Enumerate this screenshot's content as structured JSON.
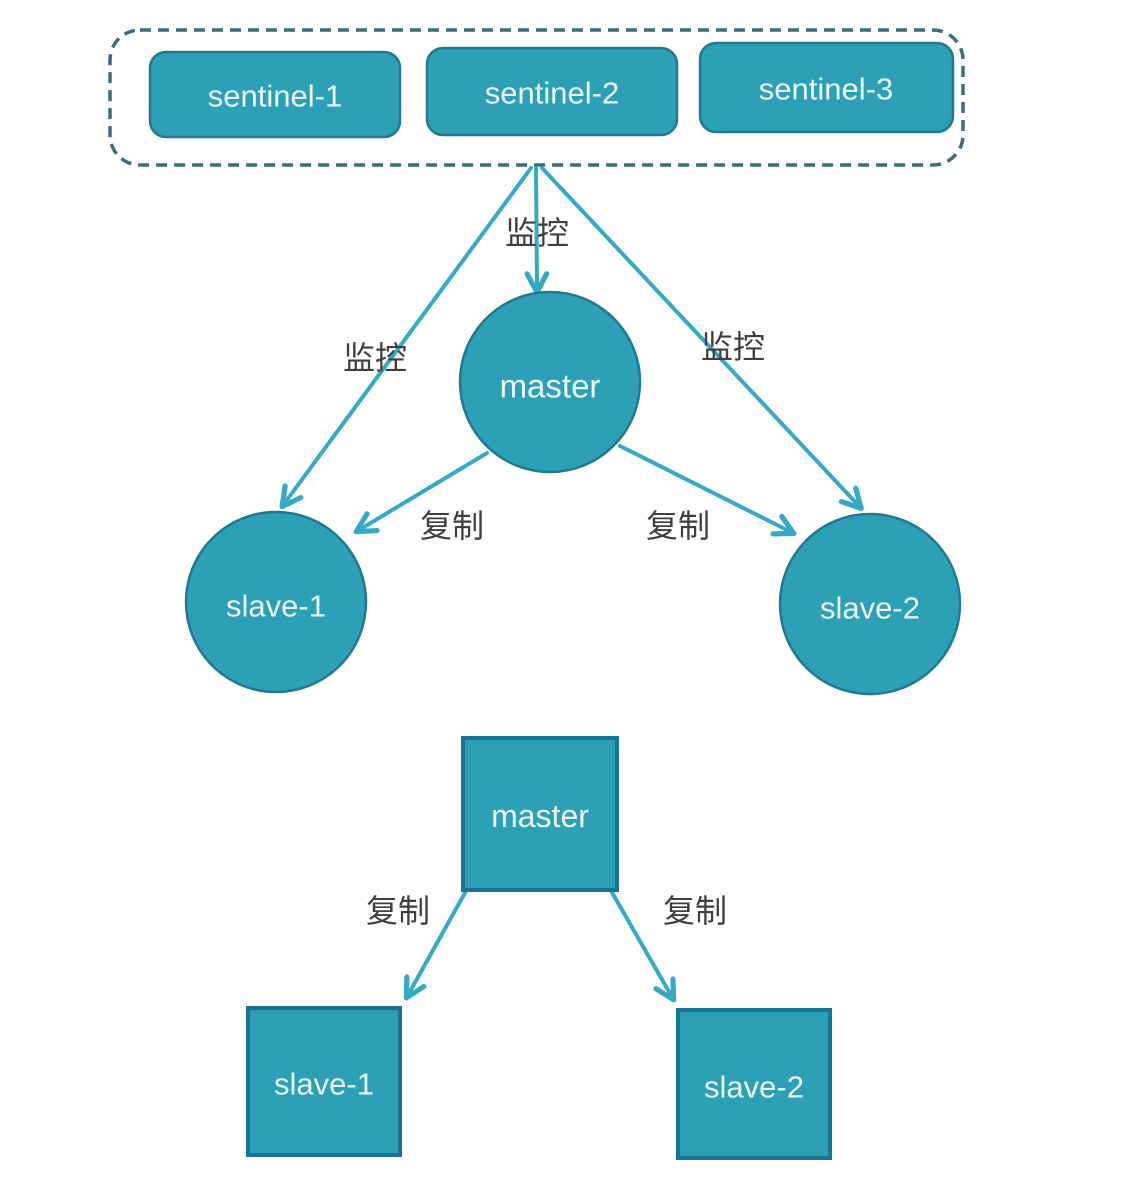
{
  "diagram": {
    "description": "redis-sentinel-replication-architecture",
    "colors": {
      "node_fill": "#2da0b6",
      "node_border": "#20798f",
      "square_border": "#1a7390",
      "arrow": "#38a9c5",
      "sentinel_group_border": "#3c6d7c",
      "node_text": "#e9f7fa",
      "edge_label_text": "#3f3f3f",
      "background": "#ffffff"
    },
    "top_diagram": {
      "sentinel_group": {
        "sentinels": [
          {
            "label": "sentinel-1"
          },
          {
            "label": "sentinel-2"
          },
          {
            "label": "sentinel-3"
          }
        ]
      },
      "nodes": {
        "master": {
          "label": "master"
        },
        "slave1": {
          "label": "slave-1"
        },
        "slave2": {
          "label": "slave-2"
        }
      },
      "edges": {
        "monitor_master": {
          "label": "监控",
          "from": "sentinel-group",
          "to": "master"
        },
        "monitor_slave1": {
          "label": "监控",
          "from": "sentinel-group",
          "to": "slave-1"
        },
        "monitor_slave2": {
          "label": "监控",
          "from": "sentinel-group",
          "to": "slave-2"
        },
        "replicate_slave1": {
          "label": "复制",
          "from": "master",
          "to": "slave-1"
        },
        "replicate_slave2": {
          "label": "复制",
          "from": "master",
          "to": "slave-2"
        }
      }
    },
    "bottom_diagram": {
      "nodes": {
        "master": {
          "label": "master"
        },
        "slave1": {
          "label": "slave-1"
        },
        "slave2": {
          "label": "slave-2"
        }
      },
      "edges": {
        "replicate_slave1": {
          "label": "复制",
          "from": "master",
          "to": "slave-1"
        },
        "replicate_slave2": {
          "label": "复制",
          "from": "master",
          "to": "slave-2"
        }
      }
    }
  }
}
